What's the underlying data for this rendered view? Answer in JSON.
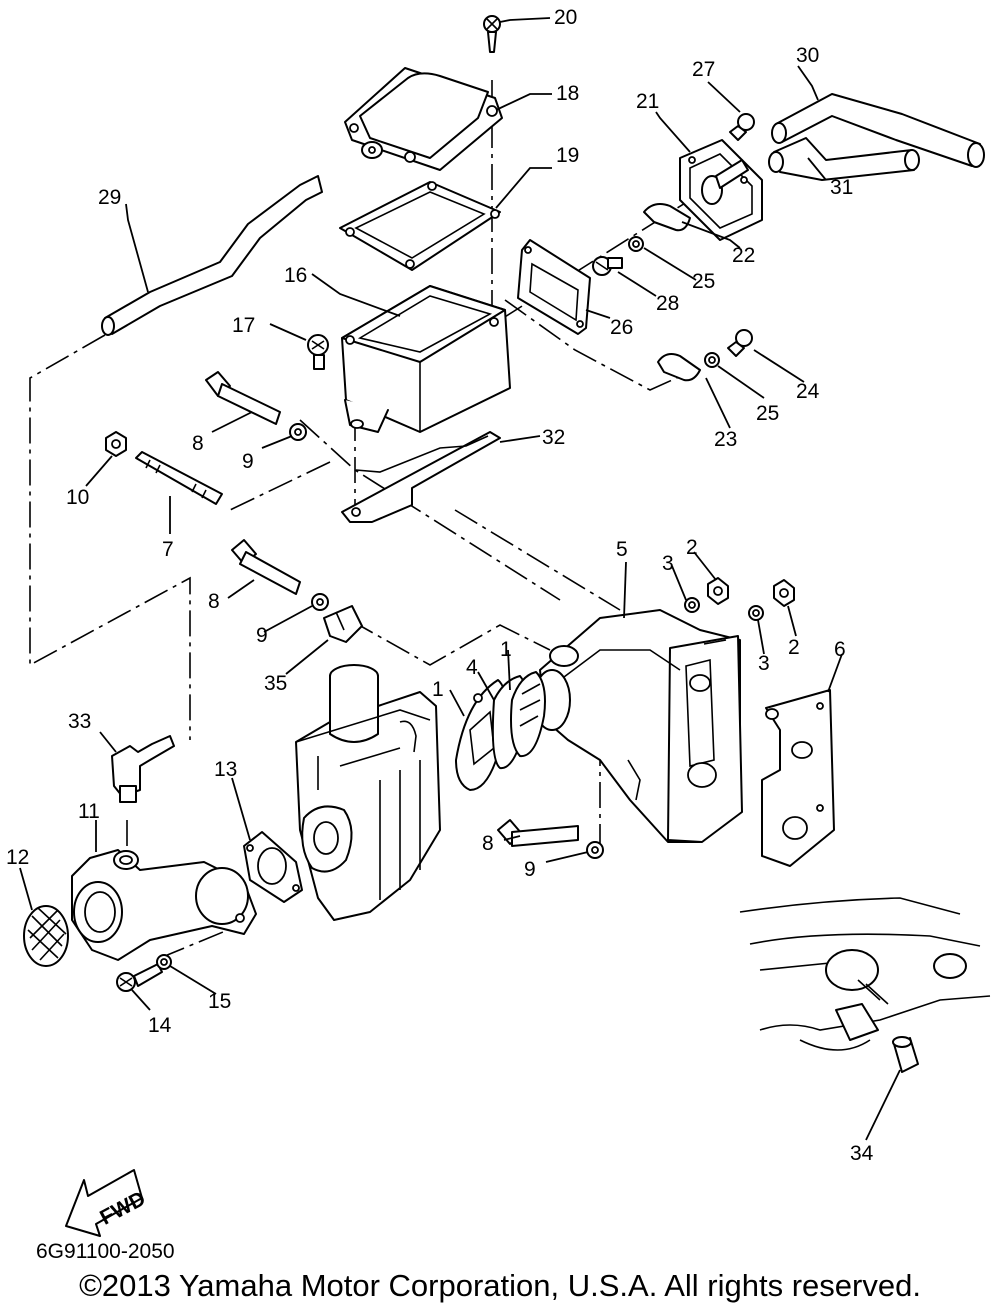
{
  "callouts": {
    "c1a": "1",
    "c1b": "1",
    "c2a": "2",
    "c2b": "2",
    "c3a": "3",
    "c3b": "3",
    "c4": "4",
    "c5": "5",
    "c6": "6",
    "c7": "7",
    "c8a": "8",
    "c8b": "8",
    "c8c": "8",
    "c9a": "9",
    "c9b": "9",
    "c9c": "9",
    "c10": "10",
    "c11": "11",
    "c12": "12",
    "c13": "13",
    "c14": "14",
    "c15": "15",
    "c16": "16",
    "c17": "17",
    "c18": "18",
    "c19": "19",
    "c20": "20",
    "c21": "21",
    "c22": "22",
    "c23": "23",
    "c24": "24",
    "c25a": "25",
    "c25b": "25",
    "c26": "26",
    "c27": "27",
    "c28": "28",
    "c29": "29",
    "c30": "30",
    "c31": "31",
    "c32": "32",
    "c33": "33",
    "c34": "34",
    "c35": "35"
  },
  "fwd_label": "FWD",
  "diagram_code": "6G91100-2050",
  "copyright": "©2013 Yamaha Motor Corporation, U.S.A. All rights reserved."
}
